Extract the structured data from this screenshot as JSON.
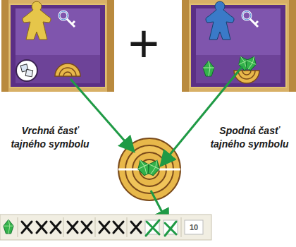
{
  "diagram": {
    "labels": [
      "Vrchná časť tajného symbolu",
      "+",
      "Spodná časť tajného symbolu",
      "10"
    ]
  }
}
